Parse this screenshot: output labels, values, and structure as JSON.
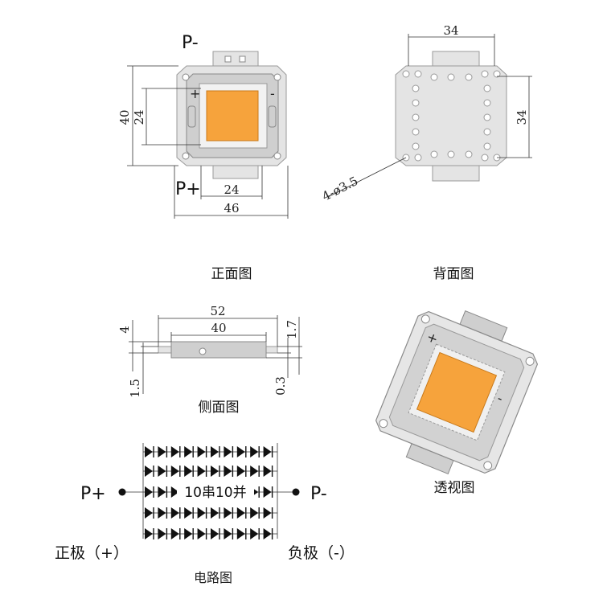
{
  "front_view": {
    "caption": "正面图",
    "pin_neg": "P-",
    "pin_pos": "P+",
    "plus_mark": "+",
    "minus_mark": "-",
    "dim_height_outer": "40",
    "dim_height_inner": "24",
    "dim_width_inner": "24",
    "dim_width_outer": "46"
  },
  "back_view": {
    "caption": "背面图",
    "dim_width": "34",
    "dim_height": "34",
    "hole_spec": "4-ø3.5"
  },
  "side_view": {
    "caption": "侧面图",
    "dim_length_outer": "52",
    "dim_length_inner": "40",
    "dim_left_top": "4",
    "dim_left_bottom": "1.5",
    "dim_right_top": "1.7",
    "dim_right_bottom": "0.3"
  },
  "perspective_view": {
    "caption": "透视图",
    "plus_mark": "+",
    "minus_mark": "-"
  },
  "circuit": {
    "caption": "电路图",
    "config_label": "10串10并",
    "pin_pos": "P+",
    "pin_neg": "P-",
    "positive_label": "正极（+）",
    "negative_label": "负极（-）"
  },
  "colors": {
    "die": "#f6a33c",
    "frame": "#e4e4e4",
    "line": "#333333"
  }
}
